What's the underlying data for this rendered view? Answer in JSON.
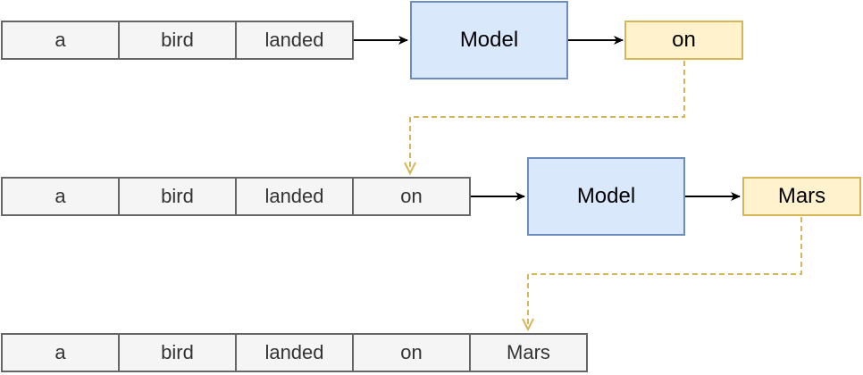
{
  "rows": [
    {
      "tokens": [
        "a",
        "bird",
        "landed"
      ],
      "model_label": "Model",
      "output": "on"
    },
    {
      "tokens": [
        "a",
        "bird",
        "landed",
        "on"
      ],
      "model_label": "Model",
      "output": "Mars"
    },
    {
      "tokens": [
        "a",
        "bird",
        "landed",
        "on",
        "Mars"
      ]
    }
  ],
  "colors": {
    "token_fill": "#f5f5f5",
    "token_border": "#666666",
    "model_fill": "#dae8fc",
    "model_border": "#6c8ebf",
    "output_fill": "#fff2cc",
    "output_border": "#d6b656",
    "arrow": "#000000",
    "feedback_arrow": "#d6b656"
  }
}
